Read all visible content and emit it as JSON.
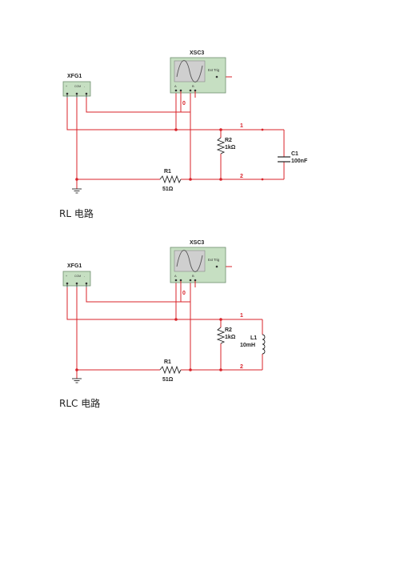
{
  "colors": {
    "wire": "#d9232a",
    "component": "#222222",
    "instrument_fill": "#c6dfc2",
    "instrument_border": "#6f8f6f",
    "screen": "#cfcfcf",
    "node_label": "#d9232a"
  },
  "circuit_rc": {
    "function_generator": {
      "label": "XFG1",
      "terminals": [
        "+",
        "COM",
        "-"
      ]
    },
    "oscilloscope": {
      "label": "XSC3",
      "channel_a": "A",
      "channel_b": "B",
      "trigger_label": "Ext Trig"
    },
    "nodes": {
      "n0": "0",
      "n1": "1",
      "n2": "2"
    },
    "resistor_r1": {
      "name": "R1",
      "value": "51Ω"
    },
    "resistor_r2": {
      "name": "R2",
      "value": "1kΩ"
    },
    "capacitor_c1": {
      "name": "C1",
      "value": "100nF"
    }
  },
  "caption_rc": "RL 电路",
  "circuit_rlc": {
    "function_generator": {
      "label": "XFG1",
      "terminals": [
        "+",
        "COM",
        "-"
      ]
    },
    "oscilloscope": {
      "label": "XSC3",
      "channel_a": "A",
      "channel_b": "B",
      "trigger_label": "Ext Trig"
    },
    "nodes": {
      "n0": "0",
      "n1": "1",
      "n2": "2"
    },
    "resistor_r1": {
      "name": "R1",
      "value": "51Ω"
    },
    "resistor_r2": {
      "name": "R2",
      "value": "1kΩ"
    },
    "inductor_l1": {
      "name": "L1",
      "value": "10mH"
    }
  },
  "caption_rlc": "RLC 电路"
}
